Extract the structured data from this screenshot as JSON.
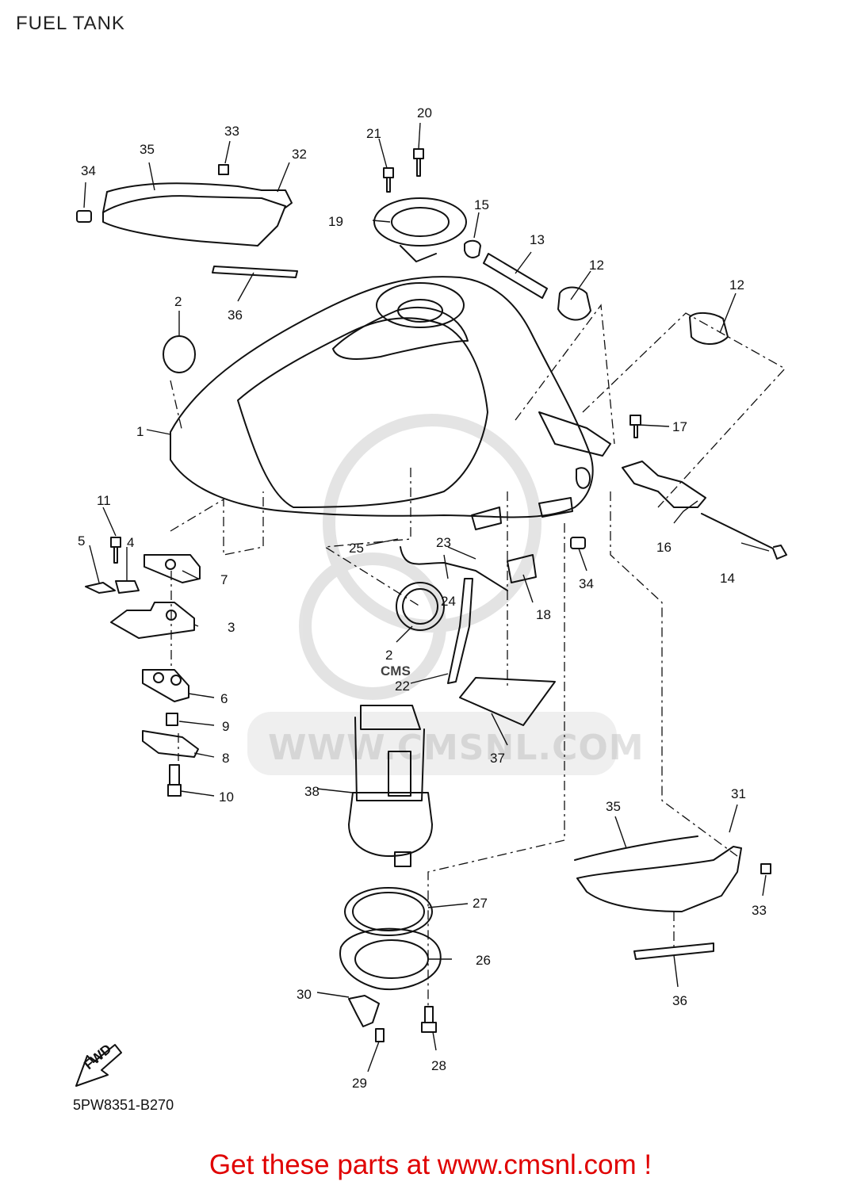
{
  "header": {
    "title": "FUEL TANK"
  },
  "diagram": {
    "callouts": [
      "1",
      "2",
      "3",
      "4",
      "5",
      "6",
      "7",
      "8",
      "9",
      "10",
      "11",
      "12",
      "13",
      "14",
      "15",
      "16",
      "17",
      "18",
      "19",
      "20",
      "21",
      "22",
      "23",
      "24",
      "25",
      "26",
      "27",
      "28",
      "29",
      "30",
      "31",
      "32",
      "33",
      "34",
      "35",
      "36",
      "37",
      "38"
    ],
    "fwd_label": "FWD"
  },
  "watermark": {
    "text": "WWW.CMSNL.COM",
    "logo_text": "CMS"
  },
  "footer": {
    "diagram_code": "5PW8351-B270",
    "call_to_action": "Get these parts at www.cmsnl.com !",
    "call_to_action_color": "#e00000"
  }
}
